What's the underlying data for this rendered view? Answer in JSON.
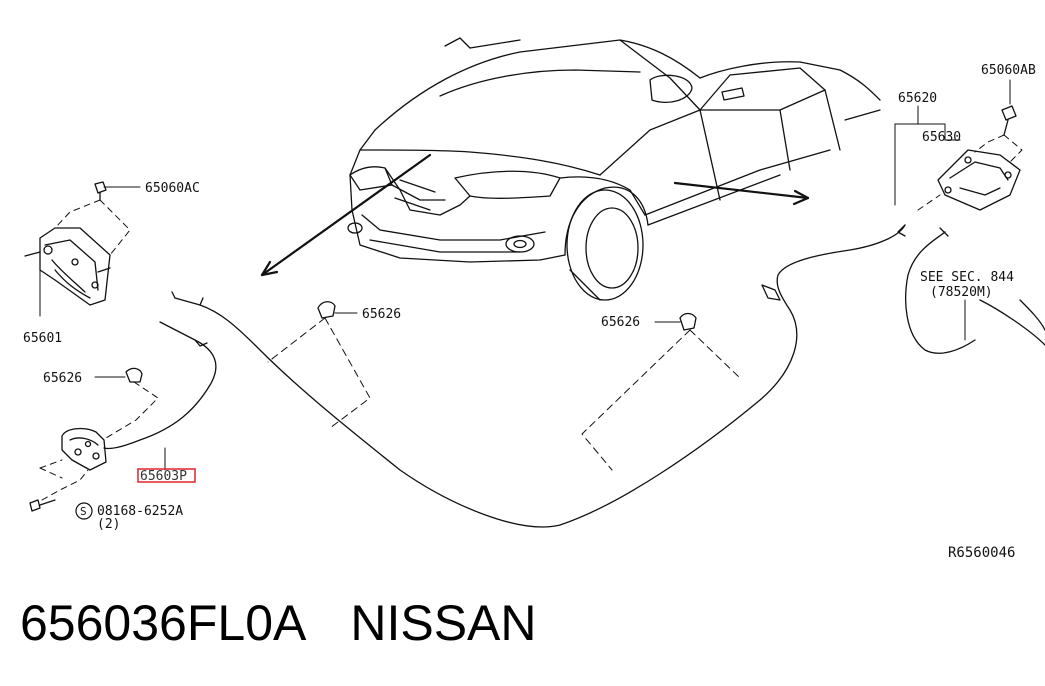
{
  "labels": {
    "p65060AC": "65060AC",
    "p65601": "65601",
    "p65626_left": "65626",
    "p65603P": "65603P",
    "p08168": "08168-6252A",
    "p08168_qty": "(2)",
    "bolt_symbol": "S",
    "p65626_mid": "65626",
    "p65626_right": "65626",
    "p65620": "65620",
    "p65630": "65630",
    "p65060AB": "65060AB",
    "see_sec": "SEE SEC. 844",
    "see_sec_ref": "(78520M)",
    "ref_code": "R6560046"
  },
  "caption": {
    "part_number": "656036FL0A",
    "brand": "NISSAN"
  },
  "colors": {
    "line": "#111111",
    "highlight": "#e0232b"
  }
}
